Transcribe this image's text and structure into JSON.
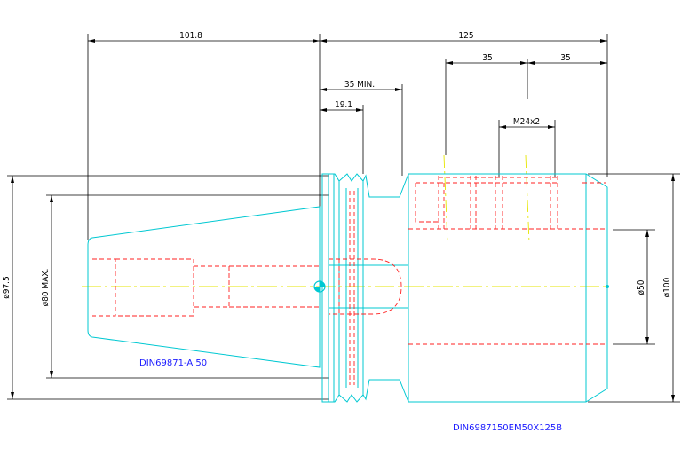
{
  "dimensions": {
    "d_101_8": "101.8",
    "d_125": "125",
    "d_35a": "35",
    "d_35b": "35",
    "d_35min": "35 MIN.",
    "d_19_1": "19.1",
    "d_m24": "M24x2",
    "d_97_5": "ø97.5",
    "d_80max": "ø80 MAX.",
    "d_50": "ø50",
    "d_100": "ø100"
  },
  "labels": {
    "taper_standard": "DIN69871-A 50",
    "part_number": "DIN6987150EM50X125B"
  },
  "colors": {
    "outline": "#00c8d2",
    "hidden": "#ff2020",
    "center": "#e6e600",
    "dimension": "#000000",
    "label": "#1a1aff"
  }
}
